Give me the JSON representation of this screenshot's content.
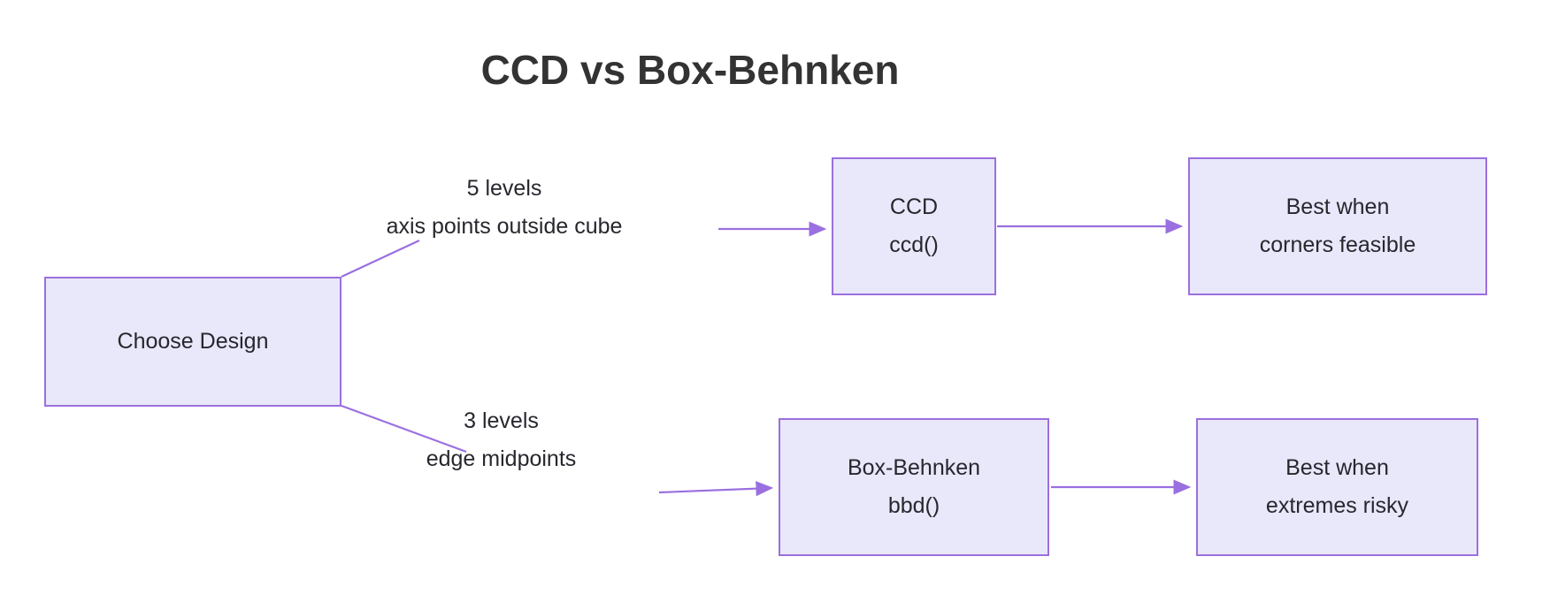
{
  "title": "CCD vs Box-Behnken",
  "theme": {
    "background": "#ffffff",
    "node_fill": "#e9e8fb",
    "node_border": "#9b6fdd",
    "edge_color": "#9a6fe0",
    "title_color": "#333333",
    "text_color": "#27272e"
  },
  "nodes": {
    "choose": {
      "label": "Choose Design"
    },
    "ccd": {
      "line1": "CCD",
      "line2": "ccd()"
    },
    "ccd_best": {
      "line1": "Best when",
      "line2": "corners feasible"
    },
    "bbd": {
      "line1": "Box-Behnken",
      "line2": "bbd()"
    },
    "bbd_best": {
      "line1": "Best when",
      "line2": "extremes risky"
    }
  },
  "edge_labels": {
    "top": {
      "line1": "5 levels",
      "line2": "axis points outside cube"
    },
    "bottom": {
      "line1": "3 levels",
      "line2": "edge midpoints"
    }
  }
}
